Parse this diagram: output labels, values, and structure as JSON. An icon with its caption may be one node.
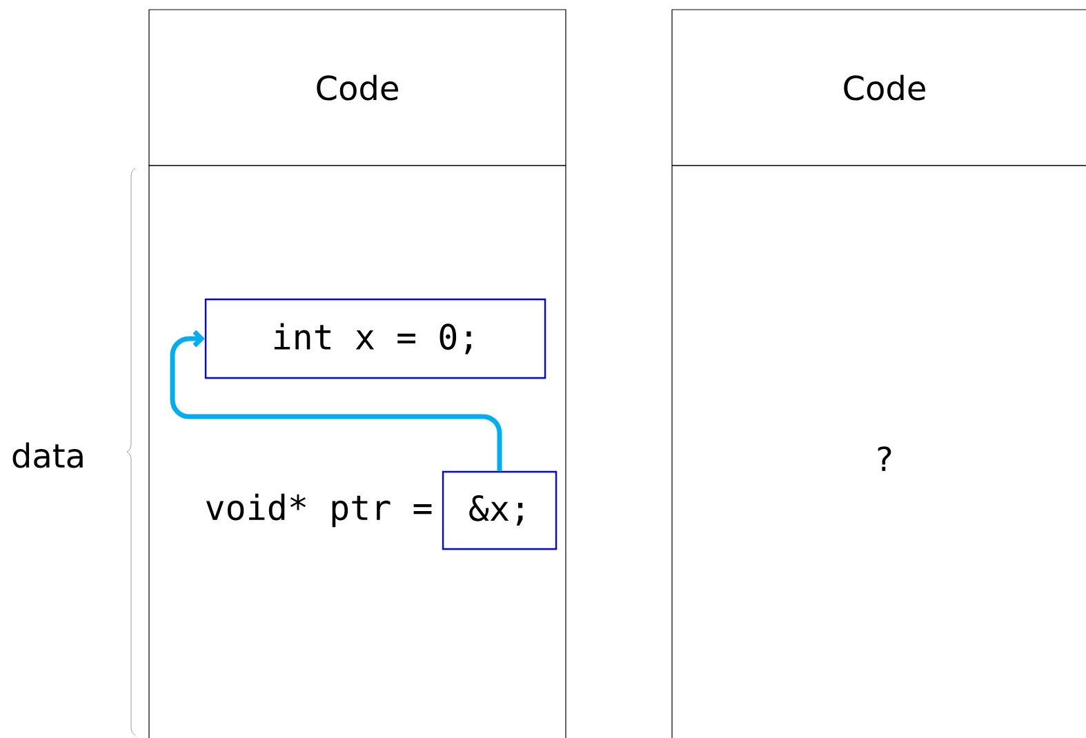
{
  "diagram": {
    "nodes": [
      {
        "text": [
          "Code"
        ]
      },
      {
        "text": [],
        "shape": "box"
      },
      {
        "text": [
          "int x    =  0;"
        ],
        "in": 1
      },
      {
        "text": [
          "&x;"
        ],
        "in": 1
      },
      {
        "text": [
          "Code"
        ]
      },
      {
        "text": [
          "?"
        ]
      }
    ],
    "edges": [
      {
        "from": 3,
        "to": 2,
        "arrow": "to",
        "color": "#00aeef"
      }
    ],
    "labels": [
      "data",
      "void* ptr ="
    ]
  }
}
